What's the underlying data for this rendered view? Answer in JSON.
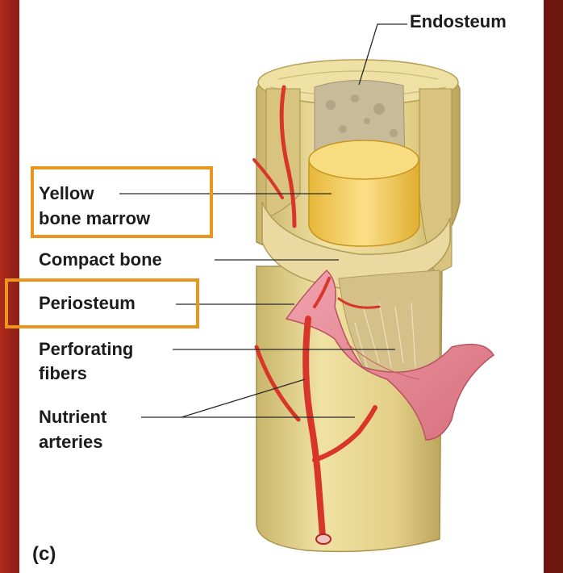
{
  "labels": {
    "endosteum": "Endosteum",
    "yellow_bone_marrow_line1": "Yellow",
    "yellow_bone_marrow_line2": "bone marrow",
    "compact_bone": "Compact bone",
    "periosteum": "Periosteum",
    "perforating_fibers_line1": "Perforating",
    "perforating_fibers_line2": "fibers",
    "nutrient_arteries_line1": "Nutrient",
    "nutrient_arteries_line2": "arteries",
    "panel_letter": "(c)"
  },
  "highlighted_labels": [
    "Yellow bone marrow",
    "Periosteum"
  ],
  "colors": {
    "highlight_border": "#e8961e",
    "background_frame": "#8f1f15",
    "bone": "#e8d68a",
    "marrow": "#f4cf58",
    "periosteum": "#e88a96",
    "artery": "#d9362b"
  }
}
